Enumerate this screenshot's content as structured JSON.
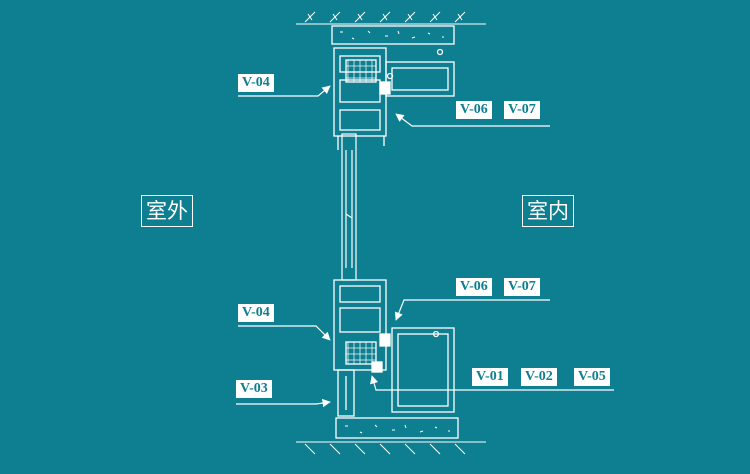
{
  "colors": {
    "background": "#0d7f90",
    "line": "#ffffff",
    "tag_text": "#0d7f90"
  },
  "zones": {
    "outdoor": "室外",
    "indoor": "室内"
  },
  "tags": {
    "top_left": [
      "V-04"
    ],
    "top_right": [
      "V-06",
      "V-07"
    ],
    "bottom_right_upper": [
      "V-06",
      "V-07"
    ],
    "middle_left": [
      "V-04"
    ],
    "bottom_right_lower": [
      "V-01",
      "V-02",
      "V-05"
    ],
    "bottom_left": [
      "V-03"
    ]
  }
}
